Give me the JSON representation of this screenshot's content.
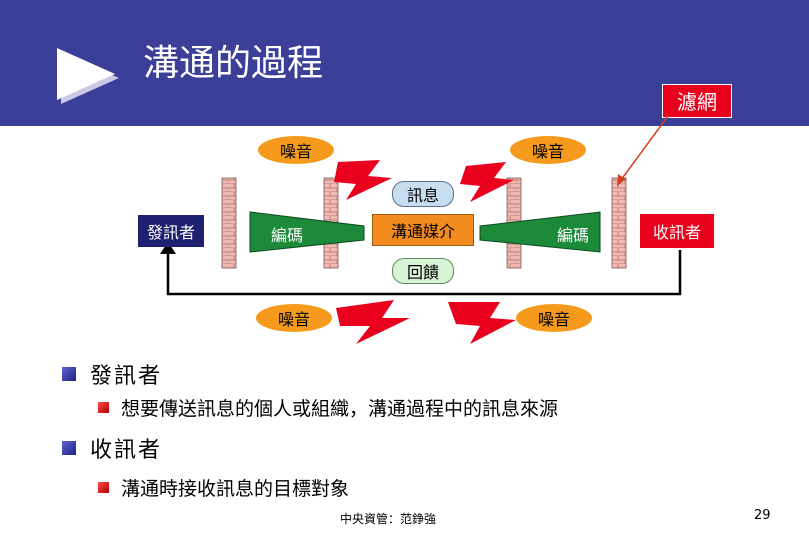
{
  "slide": {
    "title": "溝通的過程",
    "filter_label": "濾網",
    "footer": "中央資管：范錚強",
    "page_number": "29"
  },
  "diagram": {
    "sender": "發訊者",
    "encode": "編碼",
    "channel": "溝通媒介",
    "decode": "編碼",
    "receiver": "收訊者",
    "message": "訊息",
    "feedback": "回饋",
    "noise_top_left": "噪音",
    "noise_top_right": "噪音",
    "noise_bottom_left": "噪音",
    "noise_bottom_right": "噪音"
  },
  "bullets": [
    {
      "heading": "發訊者",
      "detail": "想要傳送訊息的個人或組織，溝通過程中的訊息來源"
    },
    {
      "heading": "收訊者",
      "detail": "溝通時接收訊息的目標對象"
    }
  ],
  "colors": {
    "header_bg": "#3b3f97",
    "noise_orange": "#f59a1c",
    "lightning_red": "#e8001c",
    "encoder_green": "#1d8a3a",
    "channel_orange": "#f28c1e",
    "receiver_red": "#e8001c",
    "wall_pink": "#f3b6b0"
  }
}
